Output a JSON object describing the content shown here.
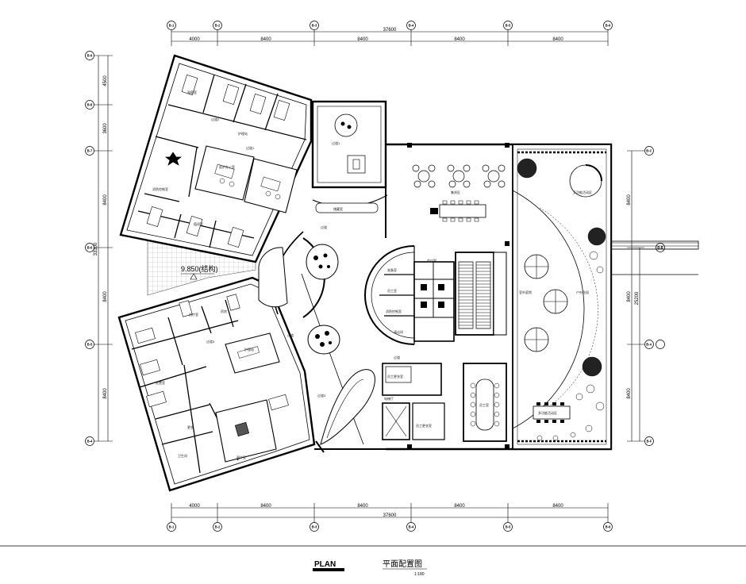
{
  "dimensions": {
    "top_segments": [
      "4000",
      "8400",
      "8400",
      "8400",
      "8400"
    ],
    "top_total": "37600",
    "bottom_segments": [
      "4000",
      "8400",
      "8400",
      "8400",
      "8400"
    ],
    "bottom_total": "37600",
    "left_segments": [
      "4500",
      "3600",
      "8400",
      "8400",
      "8400"
    ],
    "left_total": "33300",
    "right_segments": [
      "8400",
      "8400",
      "8400"
    ],
    "right_total": "25200"
  },
  "axes": {
    "vertical": [
      "B-1",
      "B-2",
      "B-3",
      "B-4",
      "B-5",
      "B-6"
    ],
    "horizontal_left": [
      "B-9",
      "B-8",
      "B-7",
      "B-6",
      "B-5",
      "B-4"
    ],
    "horizontal_right": [
      "B-C",
      "B-B",
      "B-A",
      "B-F"
    ]
  },
  "level_mark": "9.850(结构)",
  "rooms": [
    "护理站",
    "观察室",
    "医护办公室",
    "过道",
    "过道1",
    "过道2",
    "过道3",
    "集贤区",
    "会议室",
    "储藏室",
    "准备室",
    "消防控制室",
    "电梯厅",
    "员工更衣室",
    "员工室",
    "清洁间",
    "观片室",
    "室外庭院",
    "多功能活动区",
    "户外花园",
    "值班室",
    "治疗室",
    "药房",
    "处置室",
    "更衣",
    "卫生间"
  ],
  "title": {
    "plan": "PLAN",
    "cn": "平面配置图",
    "scale": "1:180"
  }
}
